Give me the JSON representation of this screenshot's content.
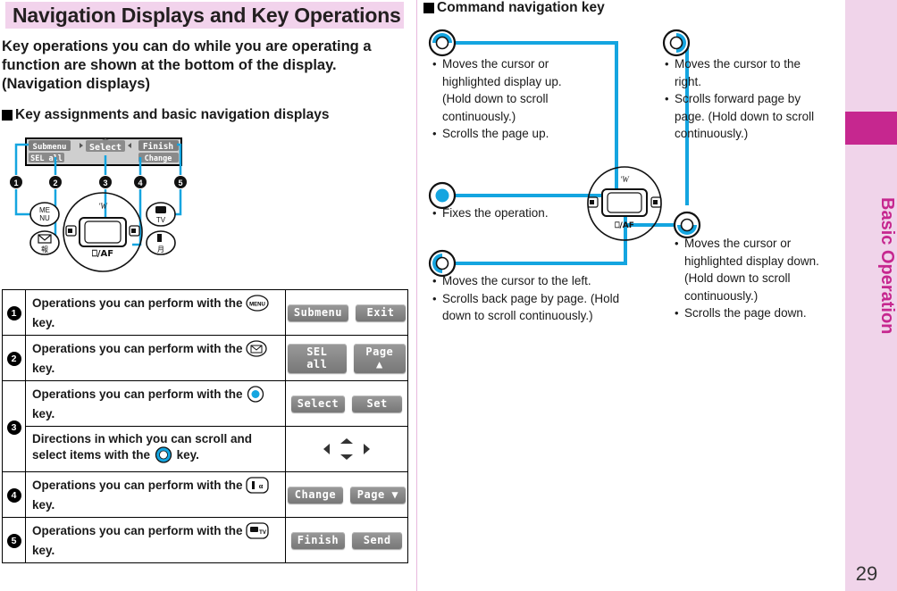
{
  "page": {
    "number": "29",
    "side_tab_label": "Basic Operation",
    "accent_color": "#c6278f",
    "tab_bg_color": "#f0d4ea",
    "title_bg_color": "#f2d3ec"
  },
  "left": {
    "title": "Navigation Displays and Key Operations",
    "intro": "Key operations you can do while you are operating a function are shown at the bottom of the display. (Navigation displays)",
    "section_heading": "Key assignments and basic navigation displays",
    "phone_display": {
      "top_row": [
        "Submenu",
        "Select",
        "Finish"
      ],
      "bottom_row": [
        "SEL all",
        "Change"
      ],
      "key_labels": [
        "MENU",
        "MAIL",
        "CENTER",
        "i-alpha",
        "CAMERA/TV"
      ],
      "center_labels": [
        "'W",
        "AF"
      ],
      "callout_numbers": [
        "1",
        "2",
        "3",
        "4",
        "5"
      ]
    },
    "table": {
      "rows": [
        {
          "num": "1",
          "desc_before": "Operations you can perform with the",
          "desc_after": "key.",
          "key_icon": "menu-key-icon",
          "nav": [
            "Submenu",
            "Exit"
          ]
        },
        {
          "num": "2",
          "desc_before": "Operations you can perform with the",
          "desc_after": "key.",
          "key_icon": "mail-key-icon",
          "nav": [
            "SEL all",
            "Page ▲"
          ]
        },
        {
          "num": "3",
          "desc_before": "Operations you can perform with the",
          "desc_after": "key.",
          "key_icon": "center-key-icon",
          "nav": [
            "Select",
            "Set"
          ]
        },
        {
          "num": "",
          "desc_before": "Directions in which you can scroll and select items with the",
          "desc_after": "key.",
          "key_icon": "navigation-key-icon",
          "nav": []
        },
        {
          "num": "4",
          "desc_before": "Operations you can perform with the",
          "desc_after": "key.",
          "key_icon": "i-alpha-key-icon",
          "nav": [
            "Change",
            "Page ▼"
          ]
        },
        {
          "num": "5",
          "desc_before": "Operations you can perform with the",
          "desc_after": "key.",
          "key_icon": "camera-tv-key-icon",
          "nav": [
            "Finish",
            "Send"
          ]
        }
      ]
    }
  },
  "right": {
    "heading": "Command navigation key",
    "blocks": [
      {
        "id": "up",
        "icon": "nav-up-icon",
        "bullets": [
          "Moves the cursor or highlighted display up. (Hold down to scroll continuously.)",
          "Scrolls the page up."
        ]
      },
      {
        "id": "right",
        "icon": "nav-right-icon",
        "bullets": [
          "Moves the cursor to the right.",
          "Scrolls forward page by page. (Hold down to scroll continuously.)"
        ]
      },
      {
        "id": "center",
        "icon": "nav-center-icon",
        "bullets": [
          "Fixes the operation."
        ]
      },
      {
        "id": "left",
        "icon": "nav-left-icon",
        "bullets": [
          "Moves the cursor to the left.",
          "Scrolls back page by page. (Hold down to scroll continuously.)"
        ]
      },
      {
        "id": "down",
        "icon": "nav-down-icon",
        "bullets": [
          "Moves the cursor or highlighted display down. (Hold down to scroll continuously.)",
          "Scrolls the page down."
        ]
      }
    ],
    "keypad_labels": [
      "'W",
      "AF"
    ],
    "line_color": "#14a5e0"
  }
}
